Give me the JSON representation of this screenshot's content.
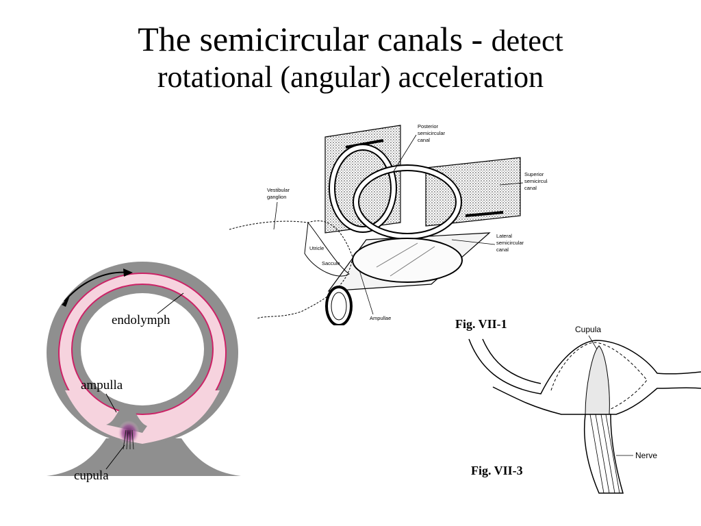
{
  "slide": {
    "title_main": "The semicircular canals - ",
    "title_rest_line1": "detect",
    "title_line2": "rotational (angular) acceleration"
  },
  "canal_diagram": {
    "labels": {
      "endolymph": "endolymph",
      "ampulla": "ampulla",
      "cupula": "cupula"
    },
    "colors": {
      "bone": "#8f8f8f",
      "endolymph": "#f6d3de",
      "membrane": "#cc2266",
      "cupula": "#7a2a7a"
    }
  },
  "inner_ear_drawing": {
    "labels": {
      "posterior": [
        "Posterior",
        "semicircular",
        "canal"
      ],
      "superior": [
        "Superior",
        "semicircular",
        "canal"
      ],
      "lateral": [
        "Lateral",
        "semicircular",
        "canal"
      ],
      "vestibular": [
        "Vestibular",
        "ganglion"
      ],
      "utricle": "Utricle",
      "saccule": "Saccule",
      "ampullae": "Ampullae"
    }
  },
  "cupula_figure": {
    "fig_top": "Fig. VII-1",
    "fig_bottom": "Fig. VII-3",
    "cupula": "Cupula",
    "nerve": "Nerve"
  }
}
